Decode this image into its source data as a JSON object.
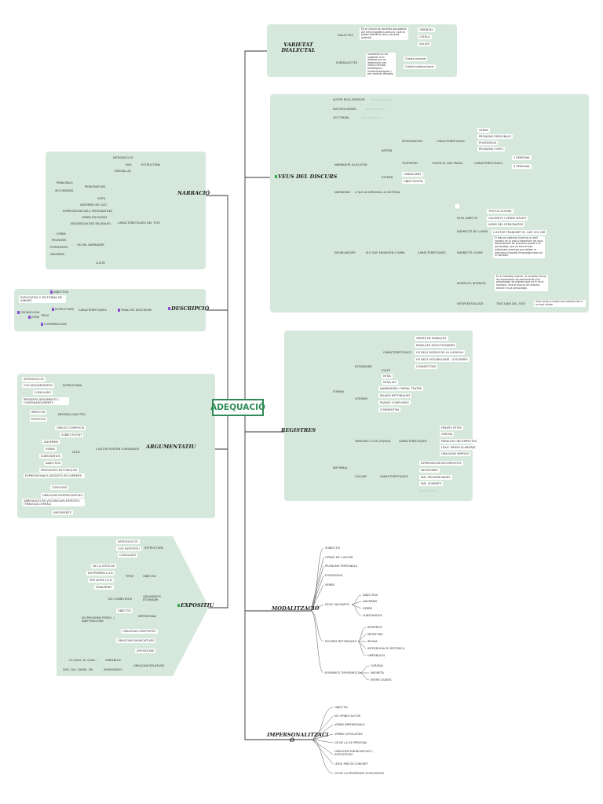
{
  "central": "ADEQUACIÓ",
  "colors": {
    "panel": "#d6e8dc",
    "line": "#333333",
    "central_border": "#2e8b57",
    "flag_purple": "#8a4fd6",
    "flag_green": "#3aa84c"
  },
  "varietat": {
    "title_l1": "VARIETAT",
    "title_l2": "DIALECTAL",
    "dialectes": "DIALECTES",
    "dialectes_desc": "És el conjunt de varietats agrupables per trets lingüístics comuns i que es poden identificar dins una àrea dialectal.",
    "d_items": [
      "ORIENTAL",
      "CATALÀ",
      "VALLÉS"
    ],
    "subdialectes": "SUBDIALECTES",
    "sub_desc": "Subdivisió en les subàrees d'un dialecte que es determinen per motius formals (fonètiques i morfosintàctiques) i per variants lèxiques.",
    "s_items": [
      "Català oriental",
      "Català septentrional"
    ]
  },
  "veus": {
    "title": "VEUS DEL DISCURS",
    "autor_real": "AUTOR REAL-EMISSOR",
    "autor_real_val": "Ramon Solsona",
    "autor_model": "AUTOR/A MODEL",
    "autor_model_val": "Josep Mayans",
    "lector": "LECTOR/RA",
    "lector_val": "Tots els lectors",
    "narrador": "NARRADOR A LECATOR",
    "intern": "INTERN",
    "personatges": "PERSONATGES",
    "caract1": "CARACTERÍSTIQUES",
    "c1_items": [
      "VERBS",
      "PRONOMS PERSONALS",
      "POSSESSIUS",
      "PRONOMS FORTS"
    ],
    "testimoni": "TESTIMONI",
    "conta": "CONTA EL QUE PASSA",
    "caract2": "CARACTERÍSTIQUES",
    "c2_items": [
      "1 PERSONA",
      "3 PERSONA"
    ],
    "extern": "EXTERN",
    "ext_items": [
      "OMNISCIENT",
      "OBJECTIVISTA"
    ],
    "narratari": "NARRATARI",
    "narratari_val": "A QUI VA DIRIGIDA LA HISTÒRIA",
    "enunciadors": "ENUNCIADORS",
    "enunc_val": "ELS QUE ENUNCIEN L'OBRA",
    "caract3": "CARACTERÍSTIQUES",
    "estil_directe": "ESTIL DIRECTE",
    "ed_items": [
      "TEXTOS GUIONS",
      "GUIONETS I VERBS MACRO",
      "NOMS DEL PERSONATGE"
    ],
    "indirecte_lliure": "INDIRECTE DE LLIURE",
    "il_val": "L'AUTOR TRANSMET EL QUE VOL DIR",
    "indirecte_lliure2": "INDIRECTE LLIURE",
    "il2_desc": "El discurs indirecte lliure es un estil narratiu en el qual s'insereixen les seus demonstratiu sin pronoms propis d'un personatge, que es transcriuen mitjançant marques que deixen la intrusions d'aquest llenguatge propi sin el narrador",
    "monoleg": "MONÒLEG INTERIOR",
    "monoleg_desc": "En el monòleg interior, el narrador forma les expressions de pensaments d'un personatge, de manera que no hi ha el narrador, sinó el discurs de manera directe d'una personatge.",
    "intertextualitat": "INTERTEXTUALITAT",
    "inter_val": "TEXT DINS DEL TEXT",
    "inter_desc": "Amb canta la trobar text referèncials a un text d'altre"
  },
  "registres": {
    "title": "REGISTRES",
    "formal": "FORMAL",
    "estandard": "ESTÀNDARD",
    "caract_est": "CARACTERÍSTIQUES",
    "est_items": [
      "ORDRE DE PARAULES",
      "PARAULES SELECTIONADES",
      "US DELS MODUS DE LA LLENGUA",
      "ÚS DELS VOCABULARIS - CULTISMES",
      "CONNECTORS"
    ],
    "culte": "CULTE",
    "culte_items": [
      "MITJÀ",
      "MITJÀ ALT"
    ],
    "literari": "LITERARI",
    "lit_items": [
      "NARRADORA I PAPIAL TEATRE",
      "PAUSES RETÒRIQUES",
      "FRASES COMPLEXES",
      "CONNEXITIVA"
    ],
    "informal": "INFORMAL",
    "familiar": "FAMILIAR O COL·LOQUIAL",
    "caract_fam": "CARACTERÍSTIQUES",
    "fam_items": [
      "FRASES FETES",
      "CREIXIA",
      "PARAULES INCOMPLETES",
      "LÈXIC MENYS ELABORAT",
      "ORACIONS SIMPLES"
    ],
    "vulgar": "VULGAR",
    "caract_vul": "CARACTERÍSTIQUES",
    "vul_items": [
      "EXPRESSIONS INCOMPLETES",
      "METAFORES",
      "MAL PRONÚNCIADES",
      "MAL SONANTS"
    ],
    "vul_faded": "Barbarismes"
  },
  "modal": {
    "title": "MODALITZACIÓ",
    "items": [
      "SUBJECTIU",
      "OPINIÓ DE L'AUTOR",
      "PRONOMS PERSONALS",
      "POSSESSIUS",
      "VERBS"
    ],
    "lexic": "LÈXIC VALORATIU",
    "lexic_items": [
      "ADJECTIUS",
      "ADVERBIS",
      "VERBS",
      "SUBSTANTIUS"
    ],
    "figures": "FIGURES RETÒRIQUES",
    "fig_items": [
      "INTERROG",
      "METÀFORA",
      "IRONIA",
      "INTERROGACIÓ RETÒRICA",
      "HIPÈRBOLES"
    ],
    "elements": "ELEMENTS TIPOGRÀFICS",
    "el_items": [
      "CURSIVA",
      "NEGRETA",
      "ENTRE LEASES"
    ]
  },
  "imperson": {
    "title_l1": "IMPERSONALITZACI",
    "title_l2": "Ó",
    "items": [
      "OBJECTIU",
      "NO OPINIÓ AUTOR",
      "VERBS IMPERSONALS",
      "VERBS COPULATIUS",
      "ÚS DE LA 3A PERSONA",
      "ORACIONS ENUNCIATIVES / EXPOSITIVES",
      "LÈXIC PRECÍS CONCRET",
      "ÚS DE LA PERIFRASIS D'OBLIGACIÓ"
    ]
  },
  "narracio": {
    "title": "NARRACIÓ",
    "estructura": "ESTRUCTURA",
    "est_items": [
      "INTRODUCCIÓ",
      "NUS",
      "DESENLLAÇ"
    ],
    "caract": "CARACTERÍSTIQUES DEL TEXT",
    "personatges": "PERSONATGES",
    "pers_items": [
      "PRINCIPALS",
      "SECUNDARIS"
    ],
    "c_items": [
      "VISTA",
      "ADVERBIS DE LLOC",
      "EXPRESSIONS DELS PERSONATGES",
      "VERBS EN PASSAT",
      "SEQÜENCIALITAT EN DIÀLEG"
    ],
    "us_verbs": "ÚS DEL NARRADOR",
    "verbs_items": [
      "VERBS",
      "PRONOMS",
      "POSSESSIUS",
      "ADVERBIS"
    ],
    "llista": "LLISTA"
  },
  "descripcio": {
    "title": "DESCRIPCIÓ",
    "finalitat": "FINALITAT DESCRIURE",
    "caract": "CARACTERÍSTIQUES",
    "adj": "ADJECTIUS",
    "c_items": [
      "EXPLICATIVA O EN FORMA DE XARXES",
      "TIPUS"
    ],
    "estructura": "ESTRUCTURA",
    "e_items": [
      "CRONOLOGIA",
      "ESPAI"
    ],
    "comparacions": "COMPARACIONS"
  },
  "argumentatiu": {
    "title": "ARGUMENTATIU",
    "usos": "L'AUTOR POSTEN CONVENCER",
    "estructura": "ESTRUCTURA",
    "est_items": [
      "INTRODUCCIÓ",
      "COS ARGUMENTATIU",
      "CONCLUSIÓ"
    ],
    "presenta": "PRESENTA ARGUMENTS / CONTRAARGUMENTS",
    "tesi": "DEFENSA UNA TESI",
    "tesi_items": [
      "IMPLÍCITA",
      "EXPLÍCITA"
    ],
    "items": [
      "ORACIÓ COMPOSTA",
      "SUBJECTIVITAT"
    ],
    "lexic": "LÈXIC",
    "lexic_items": [
      "ADVERBIS",
      "VERBS",
      "SUBSTANTIUS",
      "ADJECTIUS"
    ],
    "items2": [
      "PREGUNTES RETÒRIQUES",
      "EXPRESSIONALS DECIDITS EN CARRERS",
      "CITACIONS",
      "ORACIONS INTERROGATIVES",
      "ABREVIACIÓ EN VOCABULARI ESPECÍFIC (TRAGULA LITERAL)",
      "ARGUMENTS"
    ]
  },
  "expositiu": {
    "title": "EXPOSITIU",
    "estructura": "ESTRUCTURA",
    "est_items": [
      "INTRODUCCIÓ",
      "COS EXPOSITIU",
      "CONCLUSIÓ"
    ],
    "tipus": "TIPUS",
    "objectiu": "OBJECTIU",
    "tipus_items": [
      "DE LA VISTA DE",
      "EN PRIMERA LLOC",
      "PER ALTRE LLOC",
      "FINALMENT"
    ],
    "no_connotatiu": "NO CONNOTATIU",
    "arguments": "ARGUMENTS ESTANDAR",
    "impersonal": "IMPERSONAL",
    "objectiu2": "OBJECTIU",
    "pronoms": "NO PRONOMS PERSO. / ADJETIVACIONS",
    "items": [
      "ORACIONS COMPOSTES",
      "ORACIONS ENUNCIATIVES",
      "APOSICIONS"
    ],
    "relatives": "ORACIONS RELATIVES",
    "rel_a": "VARIABLES",
    "rel_a_val": "LA QUAL, EL QUAL...",
    "rel_b": "INVARIABLES",
    "rel_b_val": "QUE, QUI, QUINS, ON"
  }
}
